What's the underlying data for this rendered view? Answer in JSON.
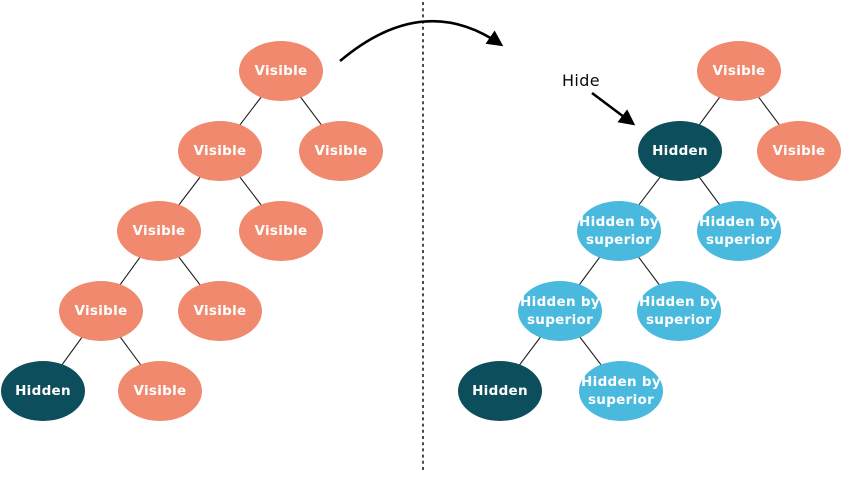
{
  "colors": {
    "visible": "#F0896D",
    "hidden": "#0D4E5C",
    "hidden_by_superior": "#49B9DD",
    "node_text": "#FFFFFF",
    "edge": "#1F1F1F",
    "arrow": "#000000"
  },
  "annotation": {
    "hide": "Hide"
  },
  "left_tree": {
    "nodes": [
      {
        "id": "root",
        "label": "Visible",
        "state": "visible"
      },
      {
        "id": "depth1-left",
        "label": "Visible",
        "state": "visible"
      },
      {
        "id": "depth1-right",
        "label": "Visible",
        "state": "visible"
      },
      {
        "id": "depth2-left",
        "label": "Visible",
        "state": "visible"
      },
      {
        "id": "depth2-right",
        "label": "Visible",
        "state": "visible"
      },
      {
        "id": "depth3-left",
        "label": "Visible",
        "state": "visible"
      },
      {
        "id": "depth3-right",
        "label": "Visible",
        "state": "visible"
      },
      {
        "id": "depth4-left",
        "label": "Hidden",
        "state": "hidden"
      },
      {
        "id": "depth4-right",
        "label": "Visible",
        "state": "visible"
      }
    ]
  },
  "right_tree": {
    "nodes": [
      {
        "id": "root",
        "label": "Visible",
        "state": "visible"
      },
      {
        "id": "depth1-left",
        "label": "Hidden",
        "state": "hidden"
      },
      {
        "id": "depth1-right",
        "label": "Visible",
        "state": "visible"
      },
      {
        "id": "depth2-left",
        "label": "Hidden by superior",
        "line1": "Hidden by",
        "line2": "superior",
        "state": "hidden-by-superior"
      },
      {
        "id": "depth2-right",
        "label": "Hidden by superior",
        "line1": "Hidden by",
        "line2": "superior",
        "state": "hidden-by-superior"
      },
      {
        "id": "depth3-left",
        "label": "Hidden by superior",
        "line1": "Hidden by",
        "line2": "superior",
        "state": "hidden-by-superior"
      },
      {
        "id": "depth3-right",
        "label": "Hidden by superior",
        "line1": "Hidden by",
        "line2": "superior",
        "state": "hidden-by-superior"
      },
      {
        "id": "depth4-left",
        "label": "Hidden",
        "state": "hidden"
      },
      {
        "id": "depth4-right",
        "label": "Hidden by superior",
        "line1": "Hidden by",
        "line2": "superior",
        "state": "hidden-by-superior"
      }
    ]
  }
}
